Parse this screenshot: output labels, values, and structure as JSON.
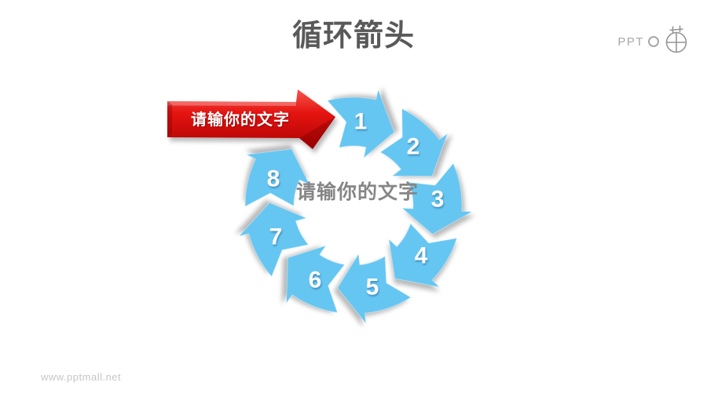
{
  "page": {
    "title": "循环箭头",
    "watermark": "www.pptmall.net",
    "background": "#ffffff"
  },
  "logo": {
    "text": "PPT",
    "icon": "compass-watch-icon",
    "color": "#a8a8a8"
  },
  "banner": {
    "label": "请输你的文字",
    "color_light": "#f75a50",
    "color": "#e51411",
    "color_dark": "#a50000"
  },
  "diagram": {
    "center_label": "请输你的文字",
    "steps": [
      {
        "label": "1"
      },
      {
        "label": "2"
      },
      {
        "label": "3"
      },
      {
        "label": "4"
      },
      {
        "label": "5"
      },
      {
        "label": "6"
      },
      {
        "label": "7"
      },
      {
        "label": "8"
      }
    ],
    "colors": {
      "arrow_blue_light": "#66c6f2",
      "arrow_blue": "#2d9ad8",
      "arrow_blue_dark": "#0a62a8",
      "number_text": "#ffffff",
      "title_gray": "#595959",
      "center_text_gray": "#868686"
    }
  }
}
